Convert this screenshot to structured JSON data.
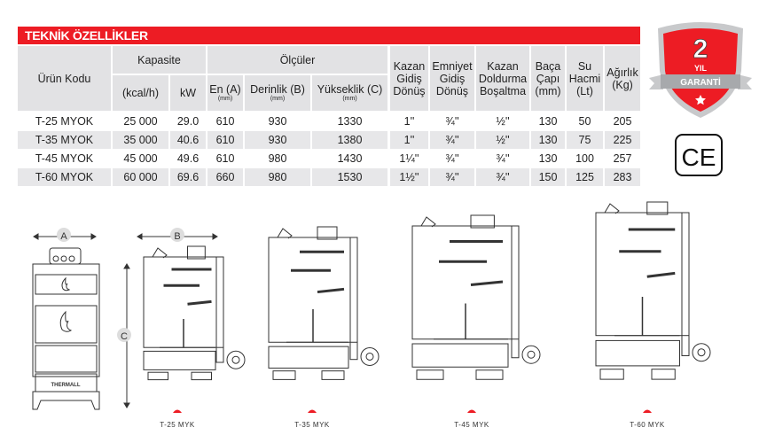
{
  "title": "TEKNİK ÖZELLİKLER",
  "headers": {
    "product_code": "Ürün Kodu",
    "capacity": "Kapasite",
    "kcal": "(kcal/h)",
    "kw": "kW",
    "dimensions": "Ölçüler",
    "width": "En (A)",
    "depth": "Derinlik (B)",
    "height": "Yükseklik (C)",
    "unit_mm": "(mm)",
    "boiler_flow": "Kazan Gidiş Dönüş",
    "safety_flow": "Emniyet Gidiş Dönüş",
    "fill_drain": "Kazan Doldurma Boşaltma",
    "flue": "Baça Çapı (mm)",
    "water": "Su Hacmi (Lt)",
    "weight": "Ağırlık (Kg)"
  },
  "rows": [
    [
      "T-25 MYOK",
      "25 000",
      "29.0",
      "610",
      "930",
      "1330",
      "1''",
      "¾''",
      "½''",
      "130",
      "50",
      "205"
    ],
    [
      "T-35 MYOK",
      "35 000",
      "40.6",
      "610",
      "930",
      "1380",
      "1''",
      "¾''",
      "½''",
      "130",
      "75",
      "225"
    ],
    [
      "T-45 MYOK",
      "45 000",
      "49.6",
      "610",
      "980",
      "1430",
      "1¼''",
      "¾''",
      "¾''",
      "130",
      "100",
      "257"
    ],
    [
      "T-60 MYOK",
      "60 000",
      "69.6",
      "660",
      "980",
      "1530",
      "1½''",
      "¾''",
      "¾''",
      "150",
      "125",
      "283"
    ]
  ],
  "badge": {
    "number": "2",
    "year": "YIL",
    "text": "GARANTİ"
  },
  "ce_mark": "CE",
  "diagram": {
    "dim_a": "A",
    "dim_b": "B",
    "dim_c": "C",
    "brand": "THERMALL",
    "models": [
      "T-25 MYK",
      "T-35 MYK",
      "T-45 MYK",
      "T-60 MYK"
    ]
  },
  "colors": {
    "accent": "#ed1c24",
    "header_bg": "#e2e2e4",
    "badge_gray": "#a7a9ac"
  }
}
